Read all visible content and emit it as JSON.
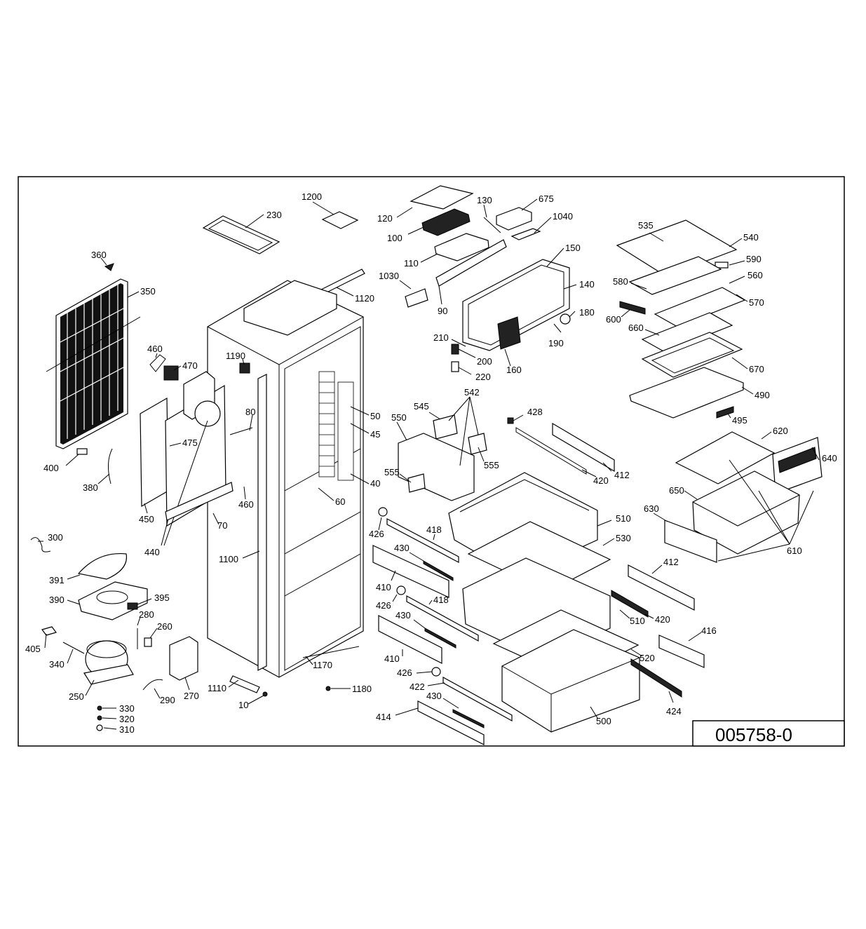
{
  "drawing_number": "005758-0",
  "parts": [
    {
      "id": "p230",
      "label": "230"
    },
    {
      "id": "p1200",
      "label": "1200"
    },
    {
      "id": "p120",
      "label": "120"
    },
    {
      "id": "p130",
      "label": "130"
    },
    {
      "id": "p675",
      "label": "675"
    },
    {
      "id": "p1040",
      "label": "1040"
    },
    {
      "id": "p100",
      "label": "100"
    },
    {
      "id": "p110",
      "label": "110"
    },
    {
      "id": "p150",
      "label": "150"
    },
    {
      "id": "p1030",
      "label": "1030"
    },
    {
      "id": "p90",
      "label": "90"
    },
    {
      "id": "p140",
      "label": "140"
    },
    {
      "id": "p180",
      "label": "180"
    },
    {
      "id": "p190",
      "label": "190"
    },
    {
      "id": "p210",
      "label": "210"
    },
    {
      "id": "p200",
      "label": "200"
    },
    {
      "id": "p220",
      "label": "220"
    },
    {
      "id": "p160",
      "label": "160"
    },
    {
      "id": "p360",
      "label": "360"
    },
    {
      "id": "p350",
      "label": "350"
    },
    {
      "id": "p1120",
      "label": "1120"
    },
    {
      "id": "p460a",
      "label": "460"
    },
    {
      "id": "p470",
      "label": "470"
    },
    {
      "id": "p1190",
      "label": "1190"
    },
    {
      "id": "p80",
      "label": "80"
    },
    {
      "id": "p475",
      "label": "475"
    },
    {
      "id": "p50",
      "label": "50"
    },
    {
      "id": "p45",
      "label": "45"
    },
    {
      "id": "p40",
      "label": "40"
    },
    {
      "id": "p460b",
      "label": "460"
    },
    {
      "id": "p60",
      "label": "60"
    },
    {
      "id": "p400",
      "label": "400"
    },
    {
      "id": "p380",
      "label": "380"
    },
    {
      "id": "p450",
      "label": "450"
    },
    {
      "id": "p70",
      "label": "70"
    },
    {
      "id": "p440",
      "label": "440"
    },
    {
      "id": "p1100",
      "label": "1100"
    },
    {
      "id": "p300",
      "label": "300"
    },
    {
      "id": "p391",
      "label": "391"
    },
    {
      "id": "p390",
      "label": "390"
    },
    {
      "id": "p395",
      "label": "395"
    },
    {
      "id": "p280",
      "label": "280"
    },
    {
      "id": "p260",
      "label": "260"
    },
    {
      "id": "p405",
      "label": "405"
    },
    {
      "id": "p340",
      "label": "340"
    },
    {
      "id": "p250",
      "label": "250"
    },
    {
      "id": "p290",
      "label": "290"
    },
    {
      "id": "p270",
      "label": "270"
    },
    {
      "id": "p330",
      "label": "330"
    },
    {
      "id": "p320",
      "label": "320"
    },
    {
      "id": "p310",
      "label": "310"
    },
    {
      "id": "p1110",
      "label": "1110"
    },
    {
      "id": "p10",
      "label": "10"
    },
    {
      "id": "p1170",
      "label": "1170"
    },
    {
      "id": "p1180",
      "label": "1180"
    },
    {
      "id": "p535",
      "label": "535"
    },
    {
      "id": "p540",
      "label": "540"
    },
    {
      "id": "p590",
      "label": "590"
    },
    {
      "id": "p580",
      "label": "580"
    },
    {
      "id": "p560",
      "label": "560"
    },
    {
      "id": "p570",
      "label": "570"
    },
    {
      "id": "p600",
      "label": "600"
    },
    {
      "id": "p660",
      "label": "660"
    },
    {
      "id": "p670",
      "label": "670"
    },
    {
      "id": "p490",
      "label": "490"
    },
    {
      "id": "p495",
      "label": "495"
    },
    {
      "id": "p620",
      "label": "620"
    },
    {
      "id": "p640",
      "label": "640"
    },
    {
      "id": "p650",
      "label": "650"
    },
    {
      "id": "p630",
      "label": "630"
    },
    {
      "id": "p610",
      "label": "610"
    },
    {
      "id": "p545",
      "label": "545"
    },
    {
      "id": "p542",
      "label": "542"
    },
    {
      "id": "p550",
      "label": "550"
    },
    {
      "id": "p555a",
      "label": "555"
    },
    {
      "id": "p555b",
      "label": "555"
    },
    {
      "id": "p428",
      "label": "428"
    },
    {
      "id": "p412a",
      "label": "412"
    },
    {
      "id": "p420a",
      "label": "420"
    },
    {
      "id": "p510a",
      "label": "510"
    },
    {
      "id": "p530",
      "label": "530"
    },
    {
      "id": "p426a",
      "label": "426"
    },
    {
      "id": "p418a",
      "label": "418"
    },
    {
      "id": "p430a",
      "label": "430"
    },
    {
      "id": "p410a",
      "label": "410"
    },
    {
      "id": "p426b",
      "label": "426"
    },
    {
      "id": "p418b",
      "label": "418"
    },
    {
      "id": "p430b",
      "label": "430"
    },
    {
      "id": "p410b",
      "label": "410"
    },
    {
      "id": "p426c",
      "label": "426"
    },
    {
      "id": "p422",
      "label": "422"
    },
    {
      "id": "p430c",
      "label": "430"
    },
    {
      "id": "p414",
      "label": "414"
    },
    {
      "id": "p412b",
      "label": "412"
    },
    {
      "id": "p510b",
      "label": "510"
    },
    {
      "id": "p420b",
      "label": "420"
    },
    {
      "id": "p416",
      "label": "416"
    },
    {
      "id": "p520",
      "label": "520"
    },
    {
      "id": "p424",
      "label": "424"
    },
    {
      "id": "p500",
      "label": "500"
    }
  ]
}
